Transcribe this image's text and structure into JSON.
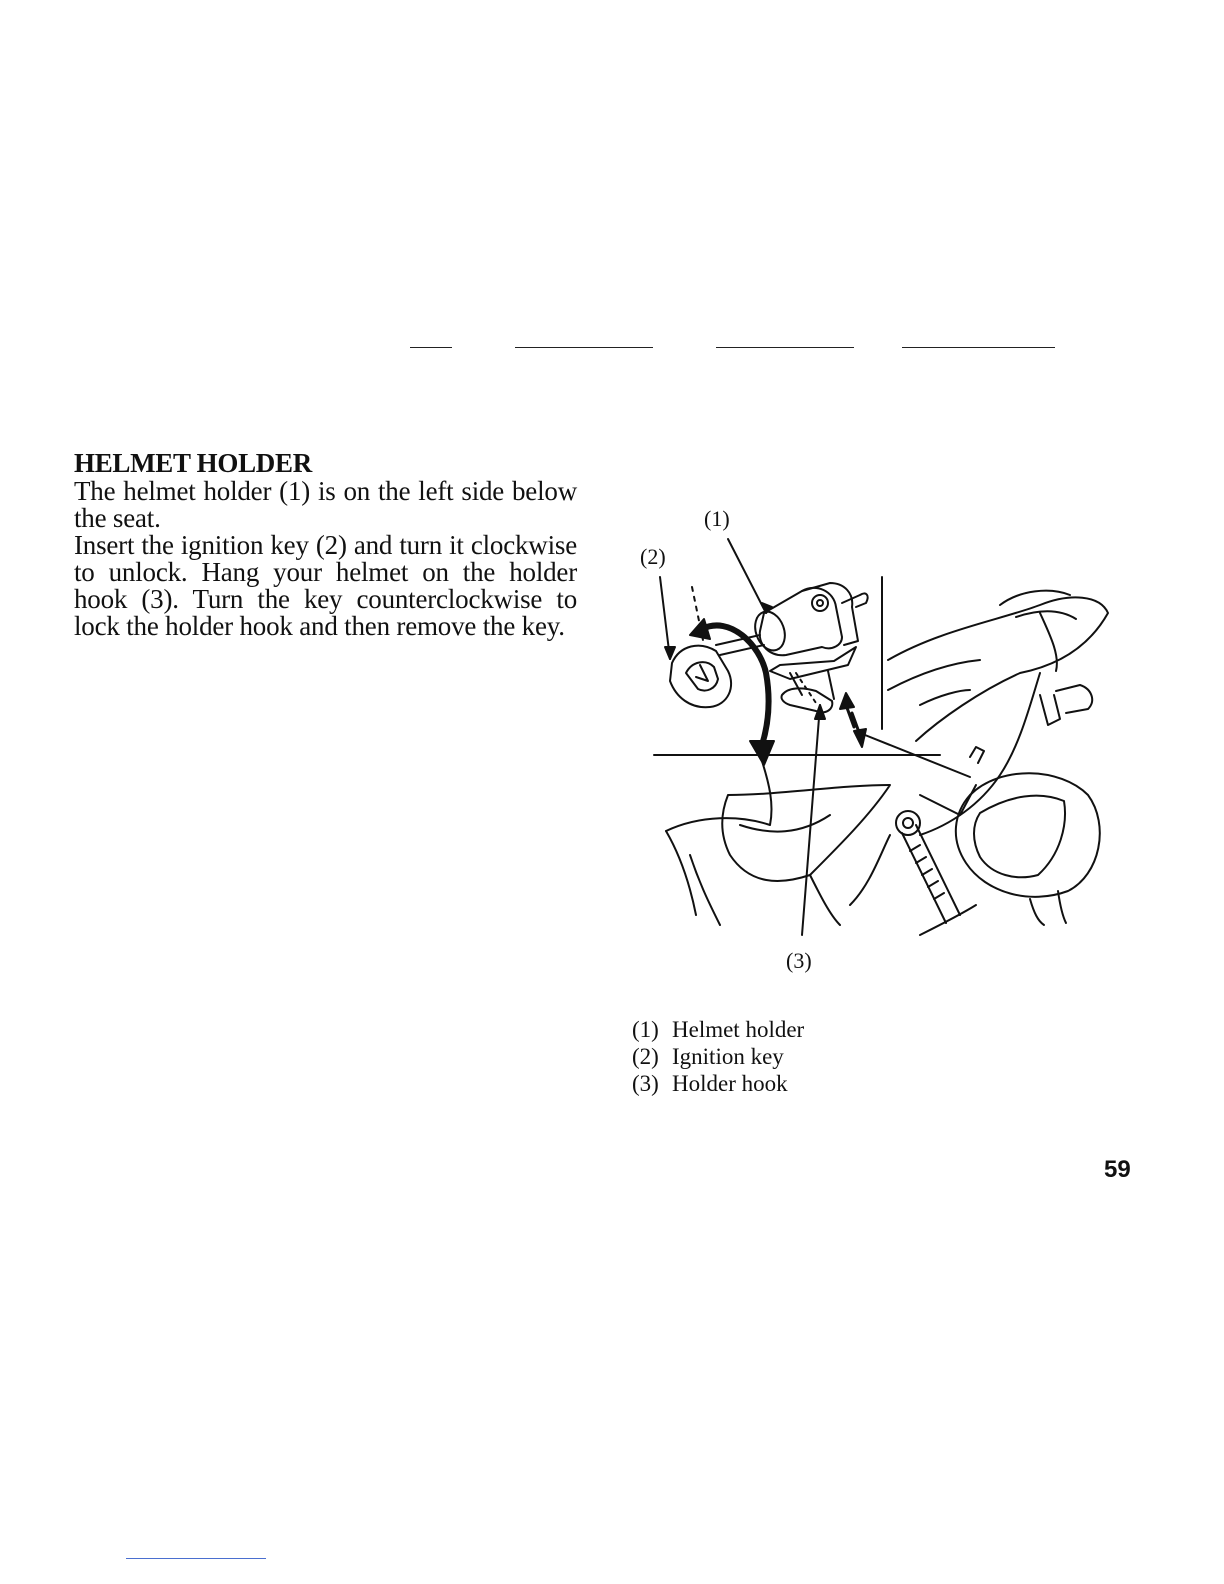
{
  "section": {
    "title": "HELMET HOLDER",
    "paragraphs": [
      "The helmet holder (1) is on the left side below the seat.",
      "Insert the ignition key (2) and turn it clockwise to unlock. Hang your helmet on the holder hook (3). Turn the key counterclockwise to lock the holder hook and then remove the key."
    ]
  },
  "figure": {
    "callouts": [
      "(1)",
      "(2)",
      "(3)"
    ],
    "captions": [
      {
        "num": "(1)",
        "label": "Helmet holder"
      },
      {
        "num": "(2)",
        "label": "Ignition key"
      },
      {
        "num": "(3)",
        "label": "Holder hook"
      }
    ]
  },
  "page_number": "59"
}
